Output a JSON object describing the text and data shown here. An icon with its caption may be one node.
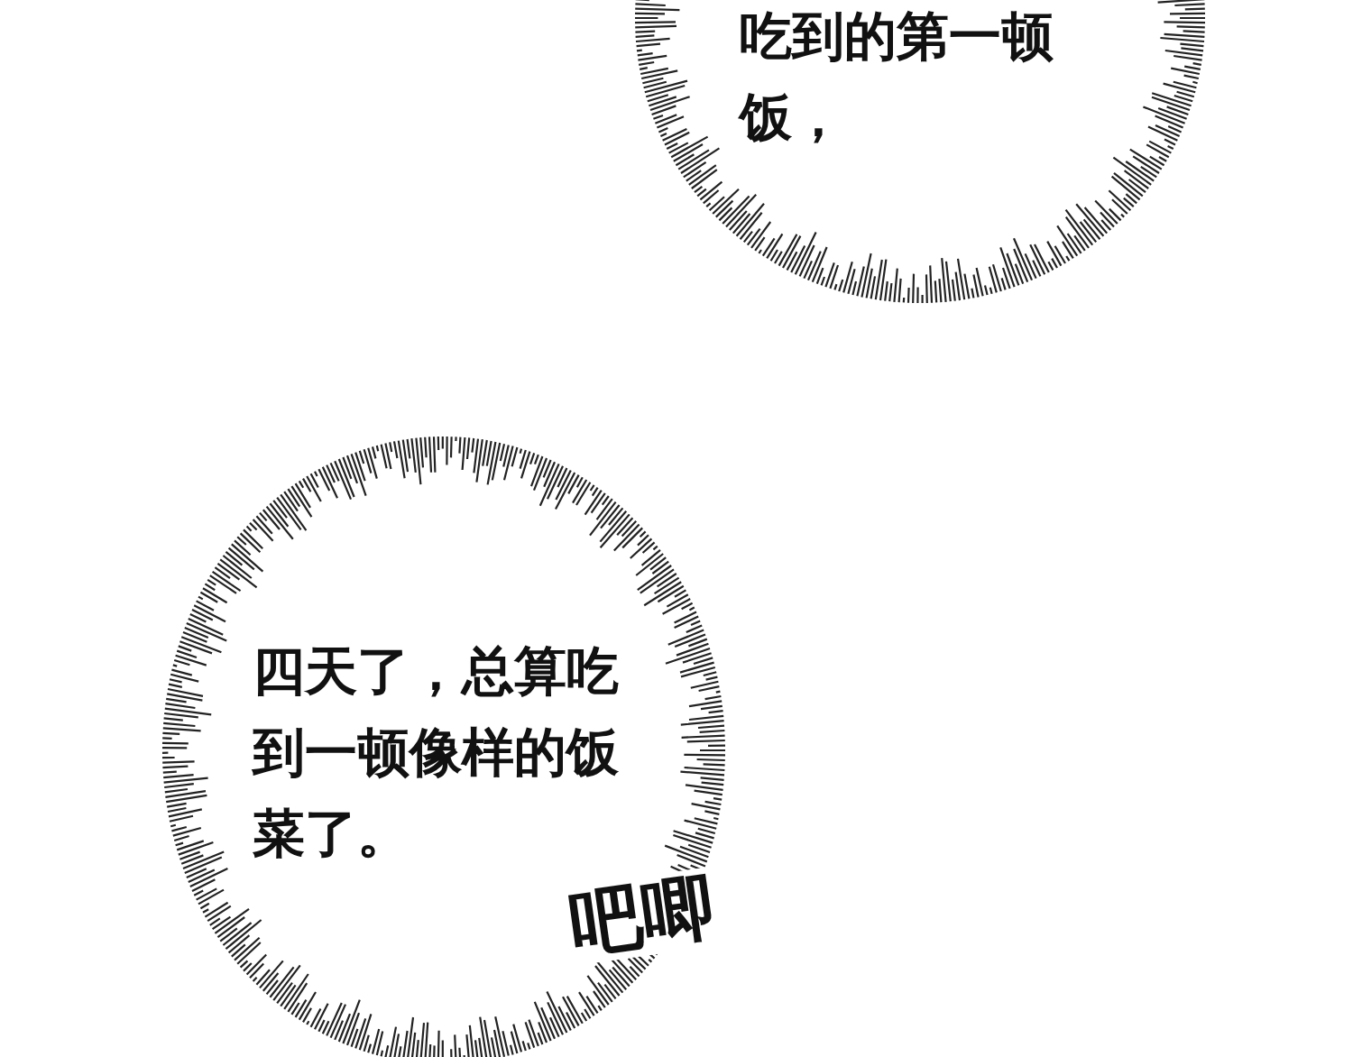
{
  "diagram": {
    "nodes": [
      {
        "text": [
          "吃到的第一顿饭，"
        ]
      },
      {
        "text": [
          "四天了，总算吃到一顿像样的饭菜了。"
        ]
      }
    ],
    "labels": [
      "吧唧"
    ]
  }
}
